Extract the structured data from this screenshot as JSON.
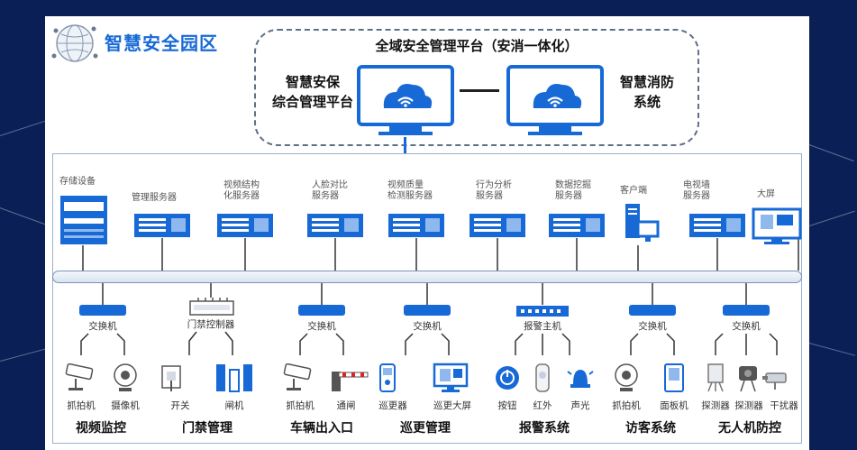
{
  "title": "智慧安全园区",
  "platform": {
    "title": "全域安全管理平台（安消一体化）",
    "left_label_line1": "智慧安保",
    "left_label_line2": "综合管理平台",
    "right_label_line1": "智慧消防",
    "right_label_line2": "系统"
  },
  "servers": [
    {
      "label_line1": "存储设备",
      "label_line2": ""
    },
    {
      "label_line1": "管理服务器",
      "label_line2": ""
    },
    {
      "label_line1": "视频结构",
      "label_line2": "化服务器"
    },
    {
      "label_line1": "人脸对比",
      "label_line2": "服务器"
    },
    {
      "label_line1": "视频质量",
      "label_line2": "检测服务器"
    },
    {
      "label_line1": "行为分析",
      "label_line2": "服务器"
    },
    {
      "label_line1": "数据挖掘",
      "label_line2": "服务器"
    },
    {
      "label_line1": "客户端",
      "label_line2": ""
    },
    {
      "label_line1": "电视墙",
      "label_line2": "服务器"
    },
    {
      "label_line1": "大屏",
      "label_line2": ""
    }
  ],
  "switches": [
    {
      "label": "交换机"
    },
    {
      "label": "门禁控制器"
    },
    {
      "label": "交换机"
    },
    {
      "label": "交换机"
    },
    {
      "label": "报警主机"
    },
    {
      "label": "交换机"
    },
    {
      "label": "交换机"
    }
  ],
  "devices": [
    {
      "label": "抓拍机",
      "icon": "camera-icon"
    },
    {
      "label": "摄像机",
      "icon": "webcam-icon"
    },
    {
      "label": "开关",
      "icon": "switch-panel-icon"
    },
    {
      "label": "闸机",
      "icon": "turnstile-icon"
    },
    {
      "label": "抓拍机",
      "icon": "camera-icon"
    },
    {
      "label": "通闸",
      "icon": "barrier-gate-icon"
    },
    {
      "label": "巡更器",
      "icon": "patrol-device-icon"
    },
    {
      "label": "巡更大屏",
      "icon": "patrol-screen-icon"
    },
    {
      "label": "按钮",
      "icon": "alarm-button-icon"
    },
    {
      "label": "红外",
      "icon": "infrared-sensor-icon"
    },
    {
      "label": "声光",
      "icon": "siren-icon"
    },
    {
      "label": "抓拍机",
      "icon": "webcam-icon"
    },
    {
      "label": "面板机",
      "icon": "panel-terminal-icon"
    },
    {
      "label": "探测器",
      "icon": "detector-icon"
    },
    {
      "label": "探测器",
      "icon": "detector-icon"
    },
    {
      "label": "干扰器",
      "icon": "jammer-icon"
    }
  ],
  "categories": [
    {
      "label": "视频监控"
    },
    {
      "label": "门禁管理"
    },
    {
      "label": "车辆出入口"
    },
    {
      "label": "巡更管理"
    },
    {
      "label": "报警系统"
    },
    {
      "label": "访客系统"
    },
    {
      "label": "无人机防控"
    }
  ],
  "colors": {
    "primary": "#1769d6",
    "frame": "#9bb0cc",
    "text": "#111111"
  }
}
